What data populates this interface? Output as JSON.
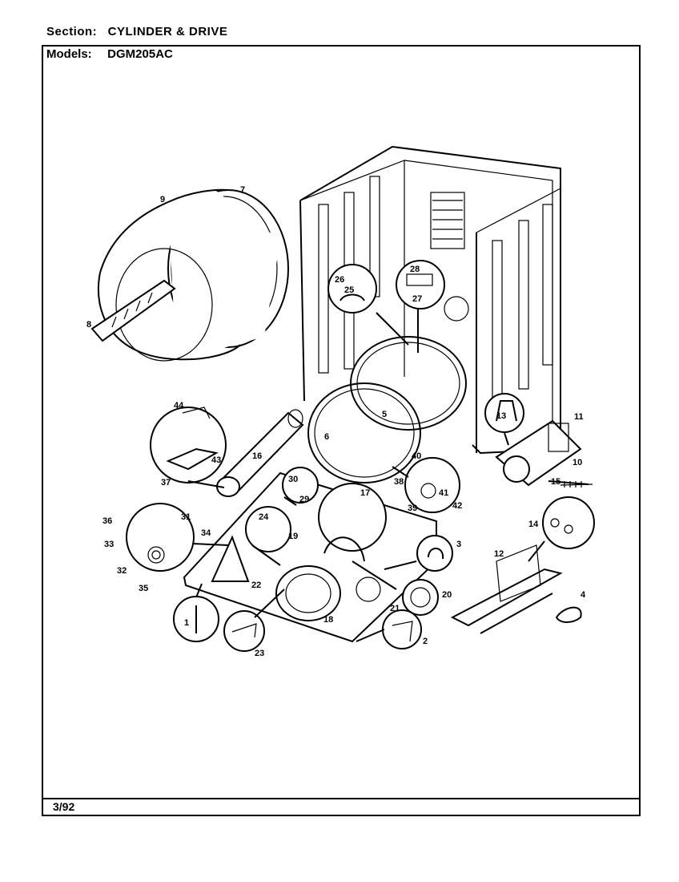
{
  "header": {
    "section_key": "Section:",
    "section_value": "CYLINDER & DRIVE",
    "models_key": "Models:",
    "models_value": "DGM205AC"
  },
  "footer": {
    "date": "3/92"
  },
  "part_labels": [
    "1",
    "2",
    "3",
    "4",
    "5",
    "6",
    "7",
    "8",
    "9",
    "10",
    "11",
    "12",
    "13",
    "14",
    "15",
    "16",
    "17",
    "18",
    "19",
    "20",
    "21",
    "22",
    "23",
    "24",
    "25",
    "26",
    "27",
    "28",
    "29",
    "30",
    "31",
    "32",
    "33",
    "34",
    "35",
    "36",
    "37",
    "38",
    "39",
    "40",
    "41",
    "42",
    "43",
    "44"
  ]
}
